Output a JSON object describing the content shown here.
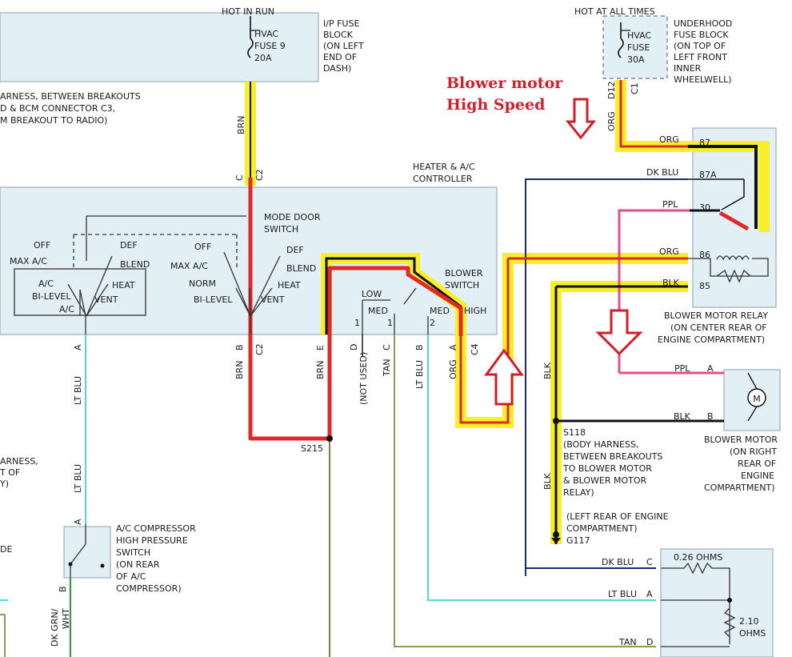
{
  "annotation": {
    "line1": "Blower motor",
    "line2": "High Speed"
  },
  "power": {
    "hot_in_run": "HOT IN RUN",
    "hot_all_times": "HOT AT ALL TIMES",
    "hvac_fuse9": [
      "HVAC",
      "FUSE 9",
      "20A"
    ],
    "hvac_fuse_uh": [
      "HVAC",
      "FUSE",
      "30A"
    ],
    "ip_fuse_block": [
      "I/P FUSE",
      "BLOCK",
      "(ON LEFT",
      "END OF",
      "DASH)"
    ],
    "underhood_block": [
      "UNDERHOOD",
      "FUSE BLOCK",
      "(ON TOP OF",
      "LEFT FRONT",
      "INNER",
      "WHEELWELL)"
    ]
  },
  "left_notes": {
    "top": [
      "ARNESS, BETWEEN BREAKOUTS",
      "D & BCM CONNECTOR C3,",
      "M BREAKOUT TO RADIO)"
    ],
    "mid": [
      "ARNESS,",
      "T OF",
      "Y)"
    ],
    "low": [
      "DE"
    ]
  },
  "controller": {
    "title": [
      "HEATER & A/C",
      "CONTROLLER"
    ],
    "mode_door": [
      "MODE DOOR",
      "SWITCH"
    ],
    "blower_switch": [
      "BLOWER",
      "SWITCH"
    ],
    "left_switch": {
      "off": "OFF",
      "def": "DEF",
      "blend": "BLEND",
      "max_ac": "MAX A/C",
      "ac": "A/C",
      "heat": "HEAT",
      "bilevel": "BI-LEVEL",
      "vent": "VENT",
      "ac2": "A/C"
    },
    "right_switch": {
      "off": "OFF",
      "def": "DEF",
      "blend": "BLEND",
      "max_ac": "MAX A/C",
      "norm": "NORM",
      "heat": "HEAT",
      "bilevel": "BI-LEVEL",
      "vent": "VENT"
    },
    "blower_positions": {
      "low": "LOW",
      "med1": "MED",
      "med1_num": "1",
      "med2": "MED",
      "med2_num": "2",
      "high": "HIGH",
      "num1a": "1"
    }
  },
  "pins": {
    "c2_top_c": "C",
    "c2_top": "C2",
    "a_left": "A",
    "b_mode": "B",
    "c2_bottom": "C2",
    "e": "E",
    "d": "D",
    "c": "C",
    "b": "B",
    "a": "A",
    "c4": "C4"
  },
  "wires": {
    "brn_top": "BRN",
    "brn_b": "BRN",
    "brn_e": "BRN",
    "not_used": "(NOT USED)",
    "tan": "TAN",
    "lt_blu_b": "LT BLU",
    "org_a": "ORG",
    "org_top": "ORG",
    "d12": "D12",
    "c1": "C1",
    "lt_blu_1": "LT BLU",
    "lt_blu_2": "LT BLU",
    "dk_grn_wht": [
      "DK GRN/",
      "WHT"
    ],
    "blk_1": "BLK",
    "blk_2": "BLK"
  },
  "relay": {
    "wire_org": "ORG",
    "pin_87": "87",
    "wire_dkblu": "DK BLU",
    "pin_87a": "87A",
    "wire_ppl": "PPL",
    "pin_30": "30",
    "wire_org2": "ORG",
    "pin_86": "86",
    "wire_blk": "BLK",
    "pin_85": "85",
    "label": [
      "BLOWER MOTOR RELAY",
      "(ON CENTER REAR OF",
      "ENGINE COMPARTMENT)"
    ]
  },
  "motor": {
    "ppl": "PPL",
    "pin_a": "A",
    "blk": "BLK",
    "pin_b": "B",
    "symbol": "M",
    "label": [
      "BLOWER MOTOR",
      "(ON RIGHT",
      "REAR OF",
      "ENGINE",
      "COMPARTMENT)"
    ]
  },
  "splice": {
    "s215": "S215",
    "s118": [
      "S118",
      "(BODY HARNESS,",
      "BETWEEN BREAKOUTS",
      "TO BLOWER MOTOR",
      "& BLOWER MOTOR",
      "RELAY)"
    ],
    "g117": [
      "(LEFT REAR OF ENGINE",
      "COMPARTMENT)",
      "G117"
    ]
  },
  "compressor": {
    "pin_a": "A",
    "pin_b": "B",
    "label": [
      "A/C COMPRESSOR",
      "HIGH PRESSURE",
      "SWITCH",
      "(ON REAR",
      "OF A/C",
      "COMPRESSOR)"
    ]
  },
  "resistor": {
    "dkblu": "DK BLU",
    "c": "C",
    "ohms1": "0.26 OHMS",
    "ltblu": "LT BLU",
    "a": "A",
    "ohms2": [
      "2.10",
      "OHMS"
    ],
    "tan": "TAN",
    "d": "D"
  },
  "colors": {
    "highlight": "#f6ef2a",
    "red_wire": "#e02a2a",
    "lt_blu": "#54d6e0",
    "dk_blu": "#1c2c6a",
    "tan": "#a09060",
    "ppl": "#e0508a",
    "box": "#e2eff5"
  }
}
